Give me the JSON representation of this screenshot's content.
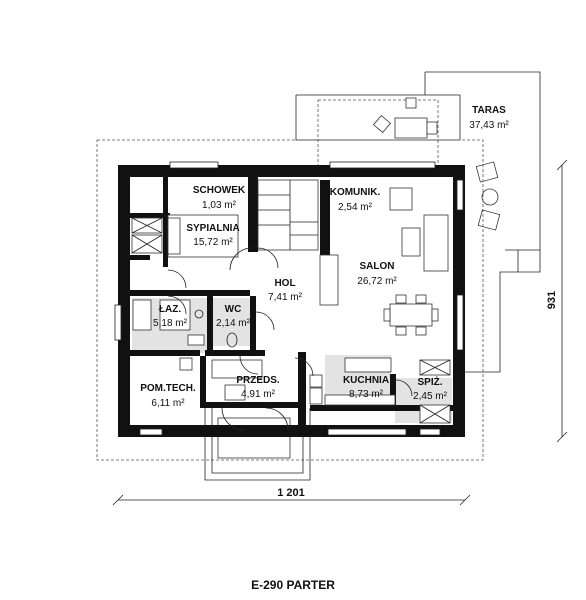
{
  "rooms": {
    "schowek": {
      "name": "SCHOWEK",
      "area": "1,03 m²"
    },
    "sypialnia": {
      "name": "SYPIALNIA",
      "area": "15,72 m²"
    },
    "komunik": {
      "name": "KOMUNIK.",
      "area": "2,54 m²"
    },
    "salon": {
      "name": "SALON",
      "area": "26,72 m²"
    },
    "hol": {
      "name": "HOL",
      "area": "7,41 m²"
    },
    "laz": {
      "name": "ŁAZ.",
      "area": "5,18 m²"
    },
    "wc": {
      "name": "WC",
      "area": "2,14 m²"
    },
    "pomtech": {
      "name": "POM.TECH.",
      "area": "6,11 m²"
    },
    "przeds": {
      "name": "PRZEDS.",
      "area": "4,91 m²"
    },
    "kuchnia": {
      "name": "KUCHNIA",
      "area": "8,73 m²"
    },
    "spiz": {
      "name": "SPIŻ.",
      "area": "2,45 m²"
    },
    "taras": {
      "name": "TARAS",
      "area": "37,43 m²"
    }
  },
  "dimensions": {
    "width": "1 201",
    "depth": "931"
  },
  "title": "E-290 PARTER",
  "colors": {
    "wall": "#111111",
    "floor_tile": "#e3e3e3"
  }
}
